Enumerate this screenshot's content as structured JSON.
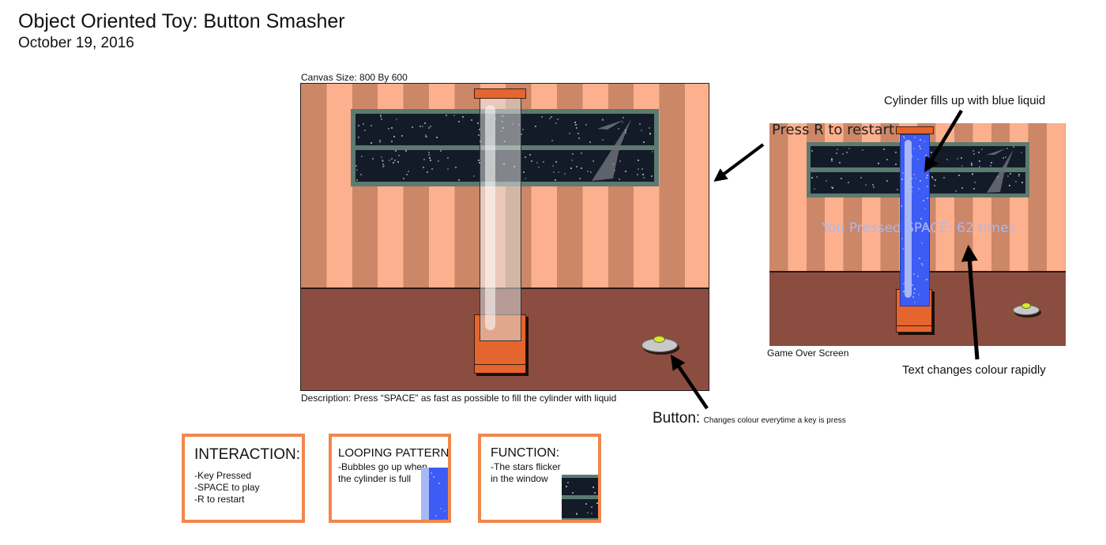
{
  "header": {
    "title": "Object Oriented Toy: Button Smasher",
    "date": "October 19, 2016"
  },
  "main_canvas": {
    "size_label": "Canvas Size: 800 By 600",
    "description": "Description: Press “SPACE” as fast as possible to fill the cylinder with liquid",
    "cylinder_fill_fraction": 0
  },
  "game_over": {
    "label": "Game Over Screen",
    "restart_text": "Press R to restart",
    "score_text": "You Pressed SPACE: 62 times",
    "score_count": 62,
    "cylinder_fill_fraction": 1
  },
  "annotations": {
    "cylinder": "Cylinder fills up with blue liquid",
    "text_color": "Text changes colour rapidly",
    "button_label": "Button:",
    "button_desc": "Changes colour everytime a key is press"
  },
  "info_boxes": {
    "interaction": {
      "title": "INTERACTION:",
      "lines": [
        "-Key Pressed",
        "-SPACE to play",
        "-R to restart"
      ]
    },
    "looping": {
      "title": "LOOPING PATTERN:",
      "lines": [
        "-Bubbles go up when",
        "the cylinder is full"
      ]
    },
    "function": {
      "title": "FUNCTION:",
      "lines": [
        "-The stars flicker",
        "in the window"
      ]
    }
  },
  "colors": {
    "stripe_light": "#fdb08e",
    "stripe_dark": "#cb8767",
    "floor": "#8b4d40",
    "window_frame": "#5c7a70",
    "window_night": "#141b28",
    "cylinder_base": "#e4662e",
    "liquid": "#3d5cf5",
    "score_text": "#a9b8f5",
    "button_top": "#d8e832",
    "box_border": "#f0884c"
  },
  "icons": {
    "arrow": "arrow-icon",
    "star": "star-icon"
  }
}
